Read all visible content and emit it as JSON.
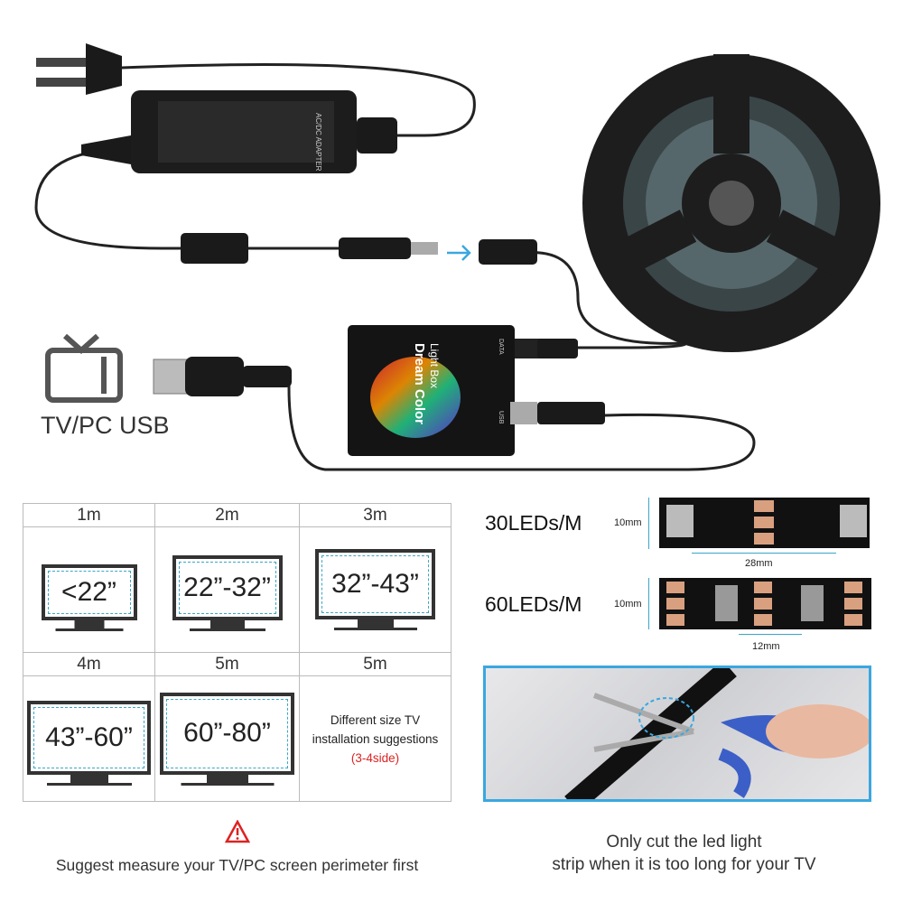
{
  "top": {
    "adapter_label": "AC/DC ADAPTER",
    "lightbox_title": "Light Box",
    "lightbox_subtitle": "Dream Color",
    "port_data": "DATA",
    "port_usb": "USB",
    "tv_usb_label": "TV/PC USB",
    "icons": [
      "eu-plug-icon",
      "tv-icon",
      "usb-plug-icon",
      "arrow-right-icon",
      "led-reel-icon"
    ],
    "accent_color": "#3aa7e0"
  },
  "size_table": {
    "rows": [
      [
        {
          "length": "1m",
          "size": "<22”"
        },
        {
          "length": "2m",
          "size": "22”-32”"
        },
        {
          "length": "3m",
          "size": "32”-43”"
        }
      ],
      [
        {
          "length": "4m",
          "size": "43”-60”"
        },
        {
          "length": "5m",
          "size": "60”-80”"
        },
        {
          "length": "5m",
          "note_line1": "Different size TV",
          "note_line2": "installation suggestions",
          "note_line3": "(3-4side)"
        }
      ]
    ]
  },
  "led_specs": [
    {
      "label": "30LEDs/M",
      "width": "10mm",
      "spacing": "28mm"
    },
    {
      "label": "60LEDs/M",
      "width": "10mm",
      "spacing": "12mm"
    }
  ],
  "captions": {
    "warning_icon": "warning-triangle-icon",
    "measure": "Suggest measure your TV/PC screen perimeter first",
    "cut_line1": "Only cut the led light",
    "cut_line2": "strip when it is too long for your TV"
  }
}
